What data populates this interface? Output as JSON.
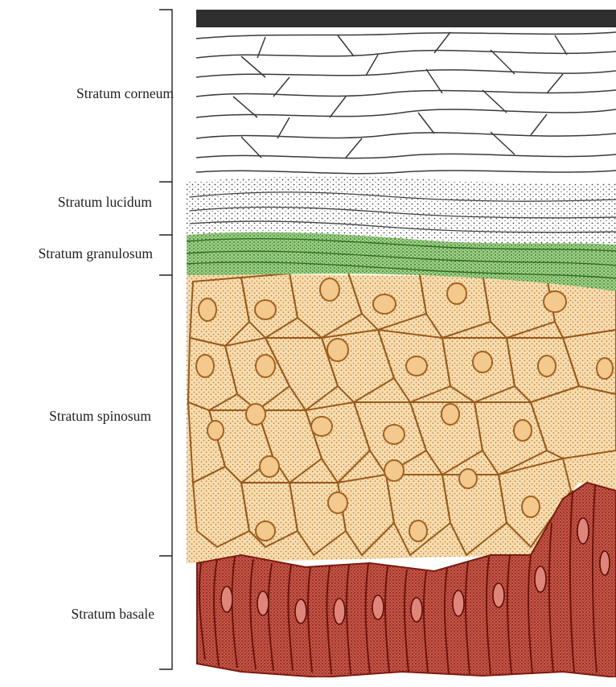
{
  "diagram": {
    "layers": [
      {
        "id": "corneum",
        "label": "Stratum corneum",
        "color": "#3a3a3a"
      },
      {
        "id": "lucidum",
        "label": "Stratum lucidum",
        "color": "#555555"
      },
      {
        "id": "granulosum",
        "label": "Stratum granulosum",
        "color": "#3f8a2e"
      },
      {
        "id": "spinosum",
        "label": "Stratum spinosum",
        "color": "#b5782a"
      },
      {
        "id": "basale",
        "label": "Stratum basale",
        "color": "#9c2a1c"
      }
    ]
  }
}
